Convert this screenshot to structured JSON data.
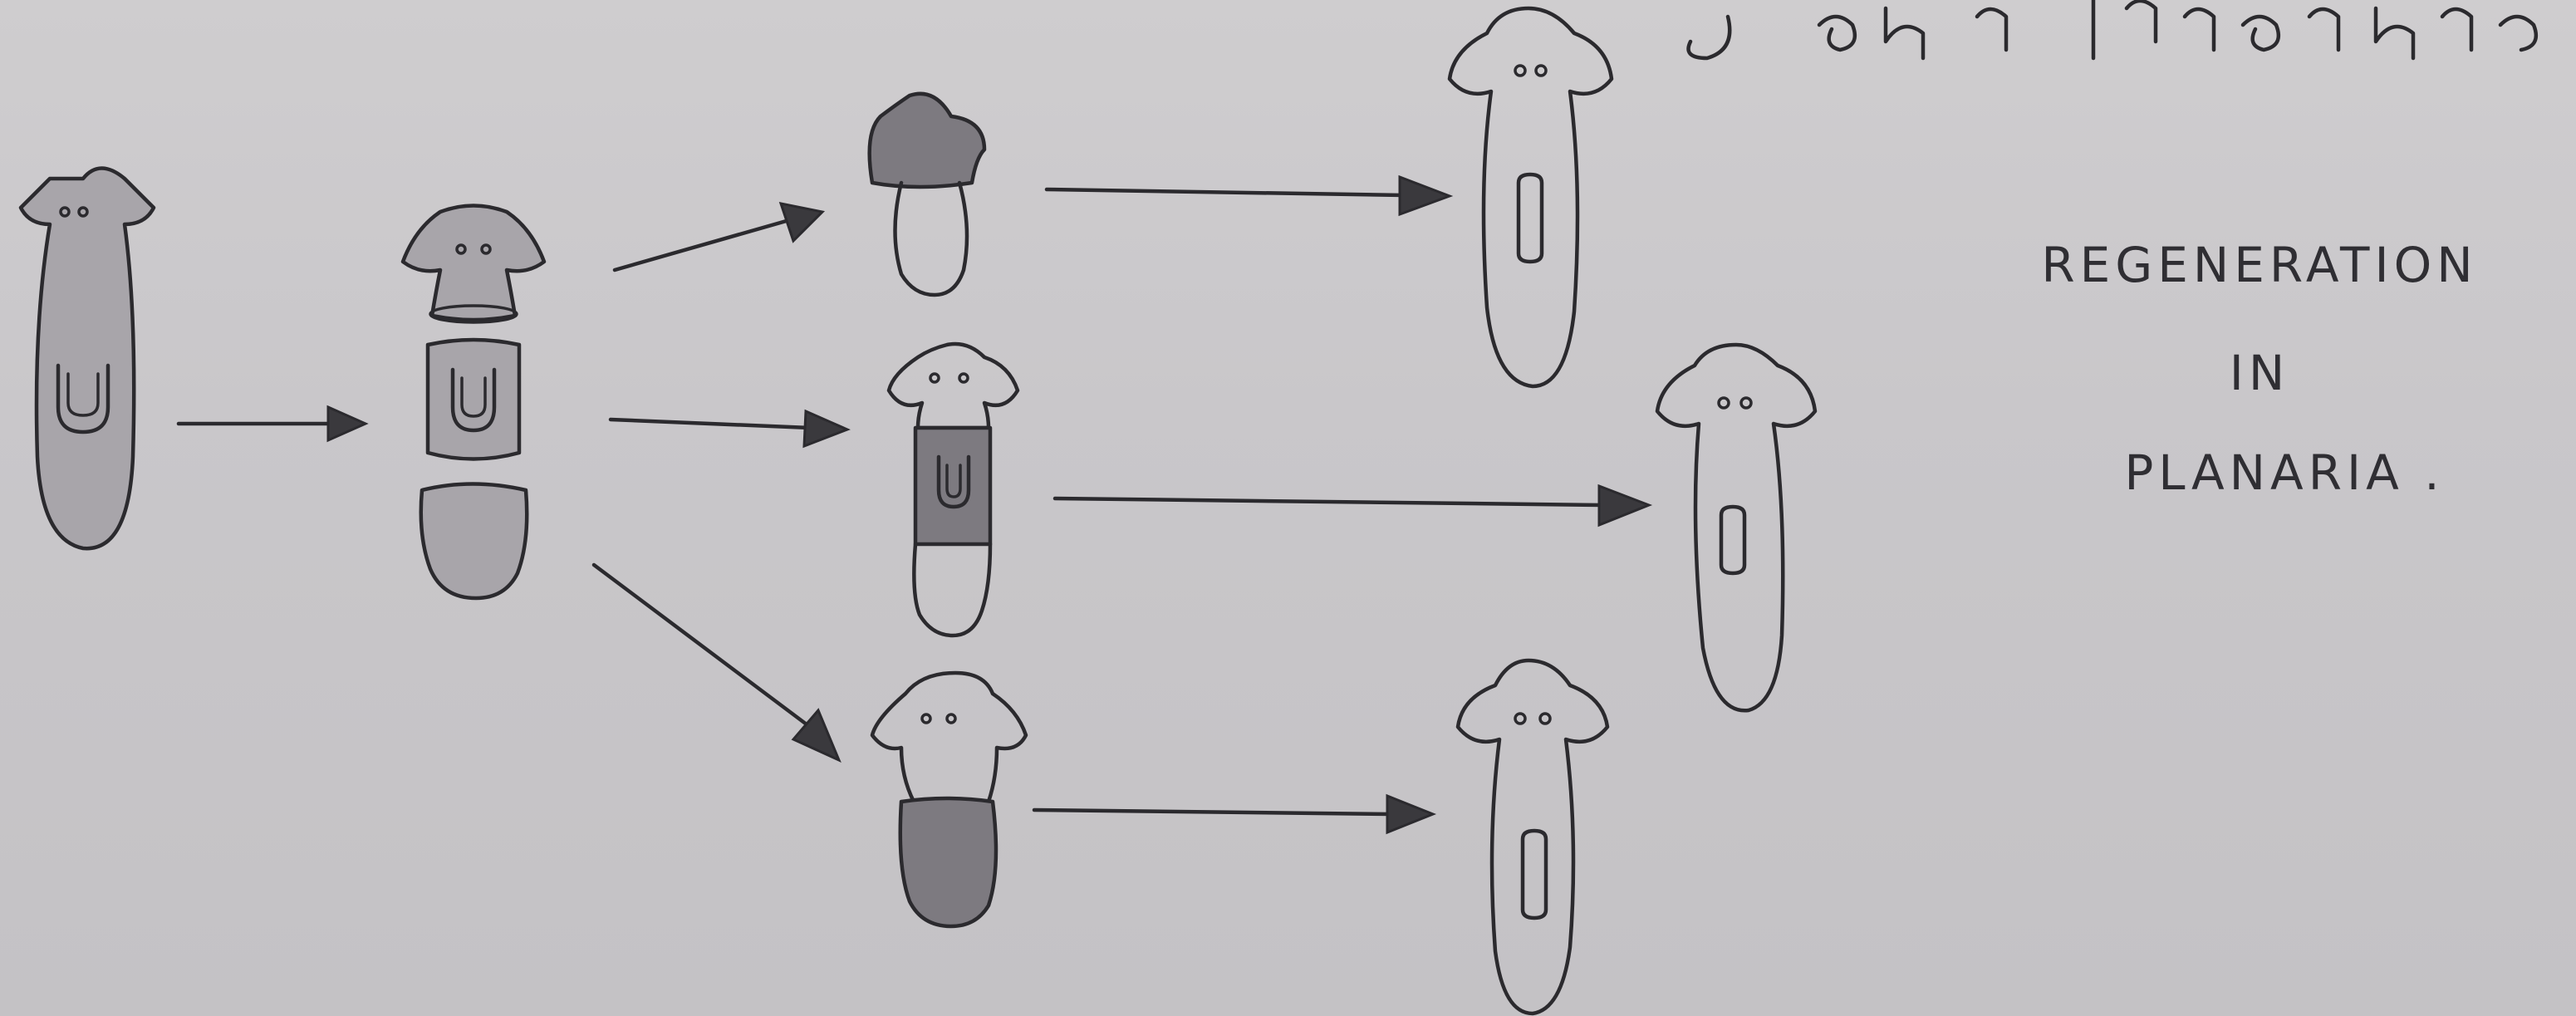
{
  "caption": {
    "line1": "REGENERATION",
    "line2": "IN",
    "line3": "PLANARIA ."
  },
  "colors": {
    "paper": "#c9c7ca",
    "ink": "#2b2a2e",
    "shading": "#a8a5aa"
  }
}
